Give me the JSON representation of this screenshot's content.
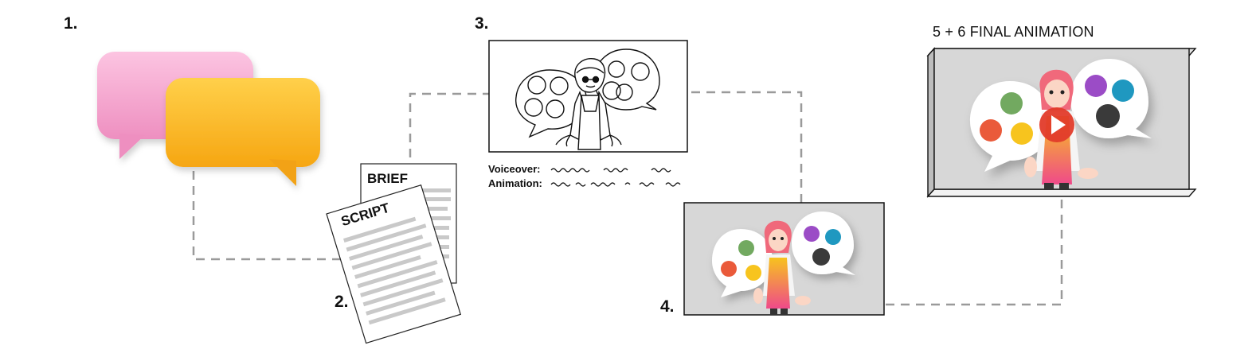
{
  "steps": {
    "s1": "1.",
    "s2": "2.",
    "s3": "3.",
    "s4": "4.",
    "final": "5 + 6 FINAL ANIMATION"
  },
  "documents": {
    "brief": "BRIEF",
    "script": "SCRIPT"
  },
  "storyboard": {
    "voiceover_label": "Voiceover:",
    "animation_label": "Animation:"
  },
  "colors": {
    "pink_bubble": "#f5a8cf",
    "yellow_bubble": "#ffbe2e",
    "frame_bg": "#d7d7d7",
    "dot_green": "#72a960",
    "dot_red": "#ea5a3a",
    "dot_yellow": "#f7c41e",
    "dot_purple": "#9b4cc6",
    "dot_blue": "#1f98c0",
    "dot_dark": "#3a3a3a",
    "play_red": "#e23b2a"
  },
  "icons": {
    "chat": "chat-bubbles-icon",
    "play": "play-icon"
  }
}
